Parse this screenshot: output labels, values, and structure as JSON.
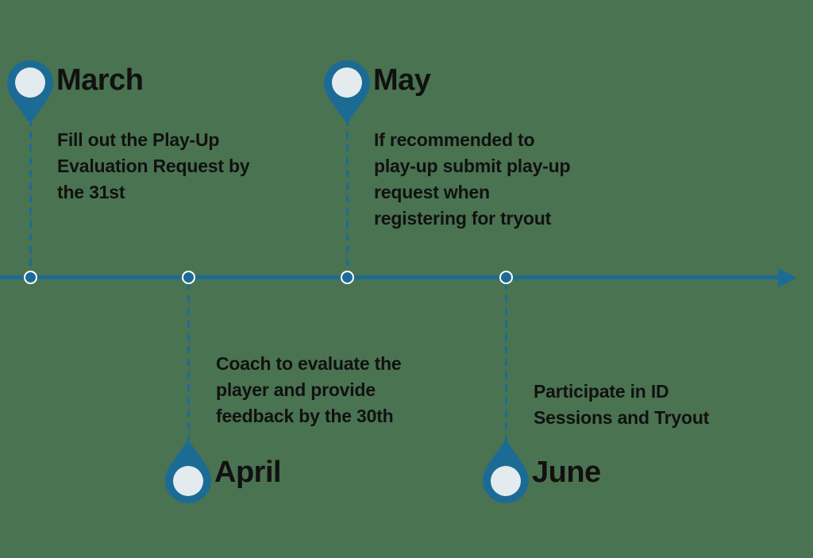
{
  "diagram": {
    "type": "horizontal-timeline",
    "background_color": "#4a7352",
    "accent_color": "#1c6b95",
    "pin_inner_color": "#e4ebef",
    "text_color": "#111111",
    "axis": {
      "direction": "left-to-right",
      "has_arrowhead": true,
      "node_count": 4
    }
  },
  "milestones": [
    {
      "id": "march",
      "month": "March",
      "position": "above",
      "marker_icon": "map-pin-icon",
      "description_lines": [
        "Fill out the Play-Up",
        "Evaluation Request by",
        "the 31st"
      ]
    },
    {
      "id": "april",
      "month": "April",
      "position": "below",
      "marker_icon": "map-pin-icon",
      "description_lines": [
        "Coach to evaluate the",
        "player and provide",
        "feedback by the 30th"
      ]
    },
    {
      "id": "may",
      "month": "May",
      "position": "above",
      "marker_icon": "map-pin-icon",
      "description_lines": [
        "If recommended  to",
        "play-up submit play-up",
        "request when",
        "registering for tryout"
      ]
    },
    {
      "id": "june",
      "month": "June",
      "position": "below",
      "marker_icon": "map-pin-icon",
      "description_lines": [
        "Participate in ID",
        "Sessions and Tryout"
      ]
    }
  ]
}
